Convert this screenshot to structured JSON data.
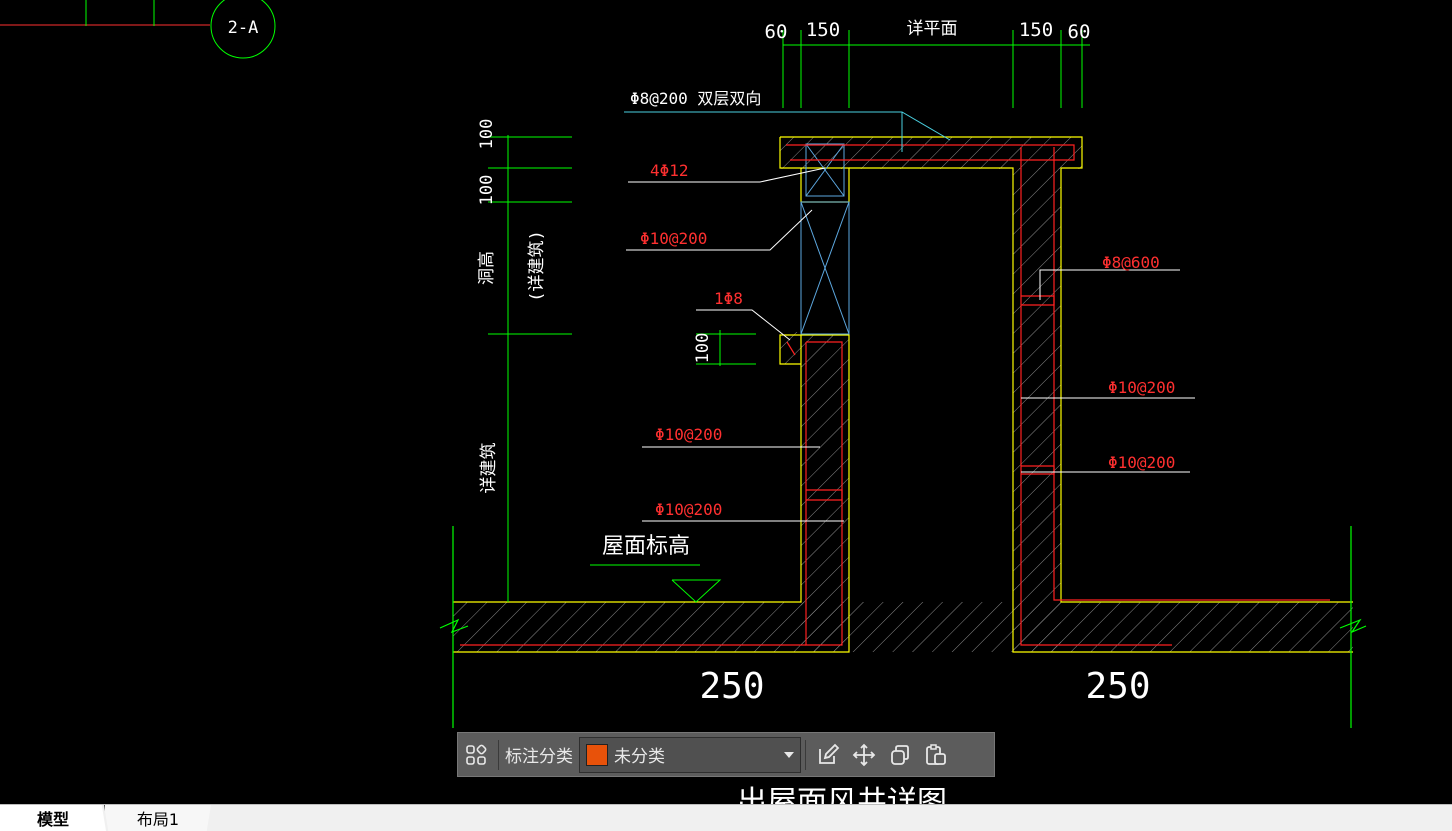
{
  "drawing": {
    "axis_tag": "2-A",
    "dim_top": [
      "60",
      "150",
      "详平面",
      "150",
      "60"
    ],
    "dim_left_100_a": "100",
    "dim_left_100_b": "100",
    "dim_left_hole_height": "洞高",
    "dim_left_see_arch": "(详建筑)",
    "dim_left_see_arch2": "详建筑",
    "dim_sill_100": "100",
    "rebar_top_slab": "Φ8@200 双层双向",
    "rebar_4phi12": "4Φ12",
    "rebar_lintel_stirrup": "Φ10@200",
    "rebar_1phi8": "1Φ8",
    "rebar_left_wall_1": "Φ10@200",
    "rebar_left_wall_2": "Φ10@200",
    "rebar_right_tie": "Φ8@600",
    "rebar_right_wall_1": "Φ10@200",
    "rebar_right_wall_2": "Φ10@200",
    "roof_level": "屋面标高",
    "dim_bottom_left": "250",
    "dim_bottom_right": "250",
    "title_partial": "出屋面风井详图"
  },
  "toolbar": {
    "label": "标注分类",
    "category_value": "未分类",
    "category_color": "#e8520a"
  },
  "tabs": [
    {
      "label": "模型",
      "active": true
    },
    {
      "label": "布局1",
      "active": false
    }
  ],
  "colors": {
    "background": "#000000",
    "outline": "#ffff00",
    "rebar": "#ff0000",
    "dimension": "#00ff00",
    "text": "#ffffff",
    "leader": "#00ffff",
    "window": "#5da8e0"
  }
}
